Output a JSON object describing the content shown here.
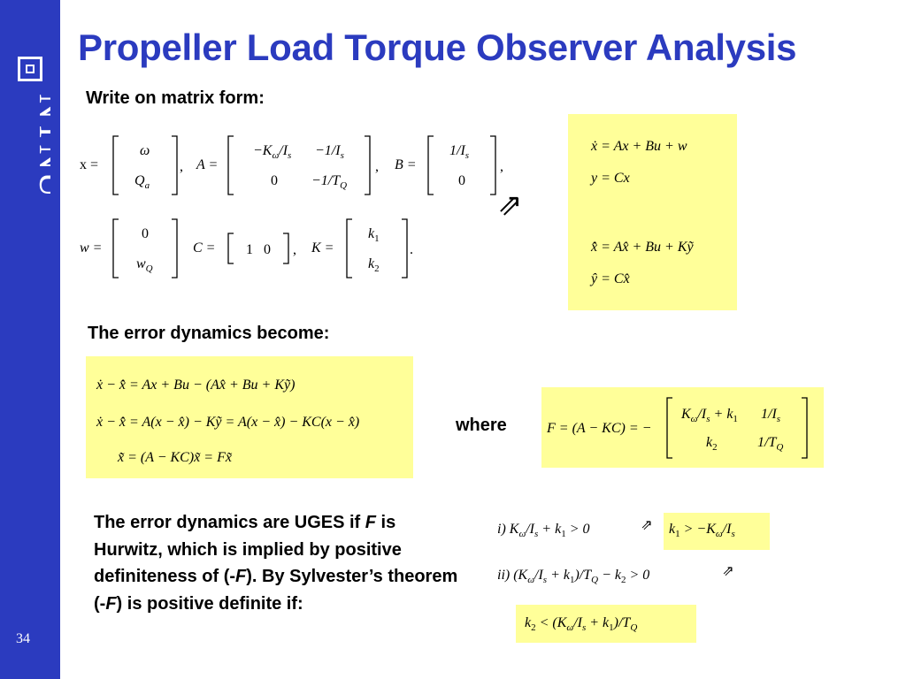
{
  "slide": {
    "title": "Propeller Load Torque Observer Analysis",
    "page_number": "34",
    "logo": "NTNU",
    "logo_icon": "ntnu-square-logo-icon",
    "accent_color": "#2b3bbf",
    "highlight_color": "#ffff99"
  },
  "section1": {
    "heading": "Write on matrix form:",
    "x_def": "x =",
    "x_row1": "ω",
    "x_row2": "Q",
    "x_row2_sub": "a",
    "A_def": "A =",
    "A_r1c1": "−K",
    "A_r1c1_rest": "/I",
    "A_r1c2": "−1/I",
    "A_r2c1": "0",
    "A_r2c2": "−1/T",
    "B_def": "B =",
    "B_r1": "1/I",
    "B_r2": "0",
    "w_def": "w =",
    "w_r1": "0",
    "w_r2": "w",
    "C_def": "C =",
    "C_vals": "1   0",
    "K_def": "K =",
    "K_r1": "k",
    "K_r2": "k",
    "sub_s": "s",
    "sub_Q": "Q",
    "sub_omega": "ω",
    "sub_1": "1",
    "sub_2": "2",
    "comma": ",",
    "period": ".",
    "arrow": "⇒"
  },
  "system_box": {
    "line1": "ẋ = Ax + Bu + w",
    "line2": "y = Cx",
    "line3": "x̂̇ = Ax̂ + Bu + Kỹ",
    "line4": "ŷ = Cx̂"
  },
  "section2": {
    "heading": "The error dynamics become:",
    "line1": "ẋ − x̂̇ = Ax + Bu − (Ax̂ + Bu + Kỹ)",
    "line2": "ẋ − x̂̇ = A(x − x̂) − Kỹ = A(x − x̂) − KC(x − x̂)",
    "line3": "x̃̇ = (A − KC)x̃ = Fx̃",
    "where_label": "where",
    "F_lhs": "F = (A − KC) = −",
    "F_r1c1": "K",
    "F_r1c1_rest": "/I",
    "F_r1c1_tail": " + k",
    "F_r1c2": "1/I",
    "F_r2c1": "k",
    "F_r2c2": "1/T"
  },
  "section3": {
    "para_pre": "The error dynamics are UGES if ",
    "para_F1": "F",
    "para_mid1": " is Hurwitz, which is implied by positive definiteness of (-",
    "para_F2": "F",
    "para_mid2": "). By Sylvester’s theorem (-",
    "para_F3": "F",
    "para_post": ") is positive definite if:",
    "cond1_label": "i) ",
    "cond1_expr": "K",
    "cond1_mid": "/I",
    "cond1_tail": " + k",
    "cond1_end": " > 0",
    "cond1_arrow": "⇒",
    "cond1_result": "k",
    "cond1_result_mid": " > −K",
    "cond1_result_tail": "/I",
    "cond2_label": "ii) ",
    "cond2_expr": "(K",
    "cond2_mid": "/I",
    "cond2_tail": " + k",
    "cond2_t2": ")/T",
    "cond2_t3": " − k",
    "cond2_end": " > 0",
    "cond2_arrow": "⇒",
    "final_result": "k",
    "final_mid": " < (K",
    "final_mid2": "/I",
    "final_tail": " + k",
    "final_end": ")/T"
  }
}
